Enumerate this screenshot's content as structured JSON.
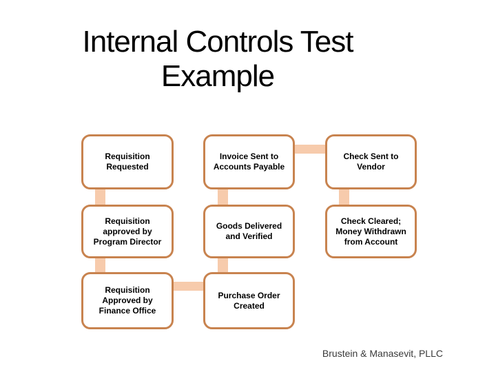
{
  "slide": {
    "title": {
      "line1": "Internal Controls Test",
      "line2": "Example"
    },
    "footer": "Brustein & Manasevit, PLLC"
  },
  "colors": {
    "box_border": "#C8834F",
    "box_fill": "#FFFFFF",
    "connector": "#F7CBAC",
    "title_color": "#000000",
    "box_text": "#000000",
    "footer_color": "#3A3A3A"
  },
  "diagram": {
    "type": "flowchart",
    "boxes": [
      {
        "label": "Requisition Requested",
        "col": 1,
        "row": 1
      },
      {
        "label": "Invoice Sent to Accounts Payable",
        "col": 2,
        "row": 1
      },
      {
        "label": "Check Sent to Vendor",
        "col": 3,
        "row": 1
      },
      {
        "label": "Requisition approved by Program Director",
        "col": 1,
        "row": 2
      },
      {
        "label": "Goods Delivered and Verified",
        "col": 2,
        "row": 2
      },
      {
        "label": "Check Cleared; Money Withdrawn from Account",
        "col": 3,
        "row": 2
      },
      {
        "label": "Requisition Approved by Finance Office",
        "col": 1,
        "row": 3
      },
      {
        "label": "Purchase Order Created",
        "col": 2,
        "row": 3
      }
    ],
    "connections": [
      {
        "from": "Requisition Requested",
        "to": "Requisition approved by Program Director",
        "direction": "vertical"
      },
      {
        "from": "Requisition approved by Program Director",
        "to": "Requisition Approved by Finance Office",
        "direction": "vertical"
      },
      {
        "from": "Requisition Approved by Finance Office",
        "to": "Purchase Order Created",
        "direction": "horizontal"
      },
      {
        "from": "Purchase Order Created",
        "to": "Goods Delivered and Verified",
        "direction": "vertical"
      },
      {
        "from": "Goods Delivered and Verified",
        "to": "Invoice Sent to Accounts Payable",
        "direction": "vertical"
      },
      {
        "from": "Invoice Sent to Accounts Payable",
        "to": "Check Sent to Vendor",
        "direction": "horizontal"
      },
      {
        "from": "Check Sent to Vendor",
        "to": "Check Cleared; Money Withdrawn from Account",
        "direction": "vertical"
      }
    ]
  }
}
